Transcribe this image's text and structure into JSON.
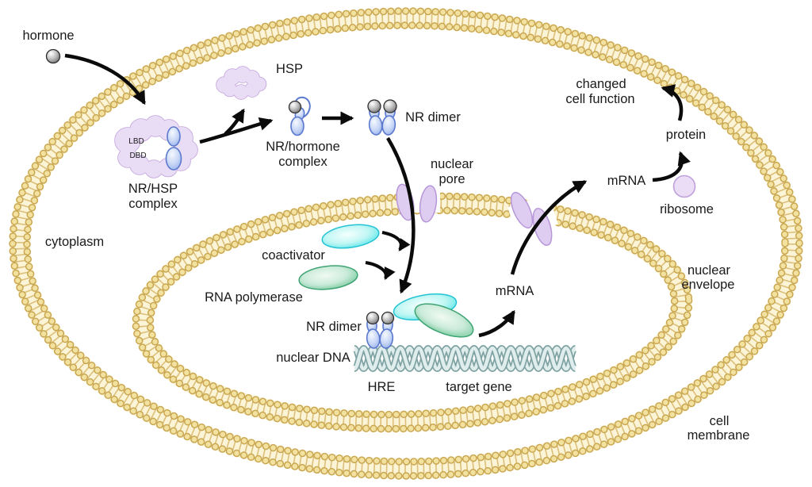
{
  "labels": {
    "hormone": "hormone",
    "hsp": "HSP",
    "nr_hormone_complex": [
      "NR/hormone",
      "complex"
    ],
    "nr_dimer_top": "NR dimer",
    "nuclear_pore": [
      "nuclear",
      "pore"
    ],
    "changed_cell_function": [
      "changed",
      "cell function"
    ],
    "protein": "protein",
    "mrna_cytoplasm": "mRNA",
    "ribosome": "ribosome",
    "cytoplasm": "cytoplasm",
    "coactivator": "coactivator",
    "rna_polymerase": "RNA polymerase",
    "nr_dimer_bottom": "NR dimer",
    "nuclear_dna": "nuclear DNA",
    "hre": "HRE",
    "target_gene": "target gene",
    "mrna_nucleus": "mRNA",
    "nuclear_envelope": [
      "nuclear",
      "envelope"
    ],
    "cell_membrane": [
      "cell",
      "membrane"
    ],
    "nr_hsp_complex": [
      "NR/HSP",
      "complex"
    ],
    "lbd": "LBD",
    "dbd": "DBD"
  },
  "colors": {
    "background": "#FFFFFF",
    "text": "#1A1A1A",
    "arrow": "#0B0B0B",
    "membrane_bead_outline": "#C9A751",
    "membrane_bead_fill": "#F3E1A0",
    "membrane_tails": "#DCBF7A",
    "membrane_band": "#FCF4D6",
    "pore_fill": "#DECDF0",
    "pore_stroke": "#B797D8",
    "cloud_fill": "#E9DCF5",
    "cloud_stroke": "#C3A4DC",
    "nr_stroke": "#5B79CE",
    "dna_dark": "#7FA2A3",
    "dna_light": "#DFEDEC",
    "coactivator_rim": "#3EE1E6",
    "coactivator_stroke": "#23C3D3",
    "polymerase_rim": "#5FC08E",
    "polymerase_stroke": "#3FA474",
    "ribosome_fill": "#EBDDF6",
    "ribosome_stroke": "#C0A0DB"
  }
}
